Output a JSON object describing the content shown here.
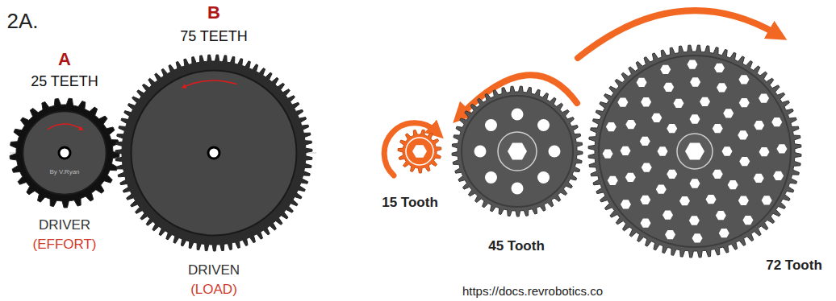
{
  "diagram": {
    "title": "2A.",
    "nodes": [
      {
        "text": [
          "A",
          "25 TEETH",
          "By V.Ryan",
          "DRIVER",
          "(EFFORT)"
        ]
      },
      {
        "text": [
          "B",
          "75 TEETH",
          "DRIVEN",
          "(LOAD)"
        ]
      },
      {
        "text": [
          "15 Tooth"
        ]
      },
      {
        "text": [
          "45 Tooth"
        ]
      },
      {
        "text": [
          "72 Tooth"
        ]
      }
    ],
    "labels": [
      "https://docs.revrobotics.co"
    ]
  }
}
